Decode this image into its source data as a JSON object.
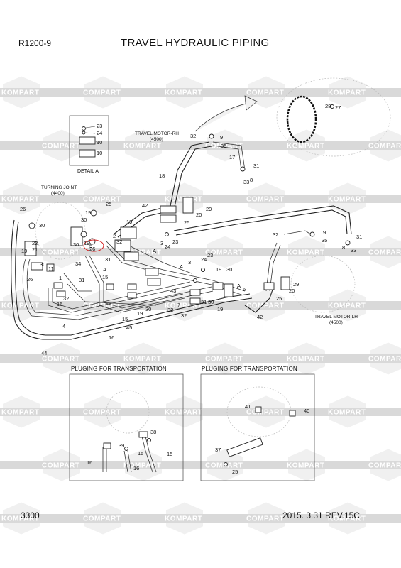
{
  "header": {
    "model": "R1200-9",
    "title": "TRAVEL HYDRAULIC PIPING"
  },
  "footer": {
    "page_number": "3300",
    "date_revision": "2015. 3.31  REV.15C"
  },
  "watermark": {
    "texts": [
      "KOMPART",
      "COMPART"
    ]
  },
  "labels": {
    "detail_a": "DETAIL A",
    "turning_joint": "TURNING JOINT",
    "turning_joint_code": "(4400)",
    "travel_motor_rh": "TRAVEL MOTOR-RH",
    "travel_motor_rh_code": "(4500)",
    "travel_motor_lh": "TRAVEL MOTOR-LH",
    "travel_motor_lh_code": "(4500)",
    "pluging_left": "PLUGING FOR TRANSPORTATION",
    "pluging_right": "PLUGING FOR TRANSPORTATION"
  },
  "callouts": [
    {
      "id": "c23a",
      "text": "23"
    },
    {
      "id": "c24a",
      "text": "24"
    },
    {
      "id": "c10a",
      "text": "10"
    },
    {
      "id": "c10b",
      "text": "10"
    },
    {
      "id": "c28",
      "text": "28"
    },
    {
      "id": "c27",
      "text": "27"
    },
    {
      "id": "c32a",
      "text": "32"
    },
    {
      "id": "c9a",
      "text": "9"
    },
    {
      "id": "c35a",
      "text": "35"
    },
    {
      "id": "c17",
      "text": "17"
    },
    {
      "id": "c31a",
      "text": "31"
    },
    {
      "id": "c33a",
      "text": "33"
    },
    {
      "id": "c8a",
      "text": "8"
    },
    {
      "id": "c18",
      "text": "18"
    },
    {
      "id": "c26a",
      "text": "26"
    },
    {
      "id": "c30a",
      "text": "30"
    },
    {
      "id": "c19a",
      "text": "19"
    },
    {
      "id": "c25a",
      "text": "25"
    },
    {
      "id": "c42a",
      "text": "42"
    },
    {
      "id": "c20",
      "text": "20"
    },
    {
      "id": "c29a",
      "text": "29"
    },
    {
      "id": "c25b",
      "text": "25"
    },
    {
      "id": "c30b",
      "text": "30"
    },
    {
      "id": "c5",
      "text": "5"
    },
    {
      "id": "c19b",
      "text": "19"
    },
    {
      "id": "c26b",
      "text": "26"
    },
    {
      "id": "c30c",
      "text": "30"
    },
    {
      "id": "c19c",
      "text": "19"
    },
    {
      "id": "c2",
      "text": "2"
    },
    {
      "id": "c32b",
      "text": "32"
    },
    {
      "id": "c3a",
      "text": "3"
    },
    {
      "id": "c24b",
      "text": "24"
    },
    {
      "id": "c23b",
      "text": "23"
    },
    {
      "id": "c22",
      "text": "22"
    },
    {
      "id": "c21",
      "text": "21"
    },
    {
      "id": "c19d",
      "text": "19"
    },
    {
      "id": "c30d",
      "text": "30"
    },
    {
      "id": "c34",
      "text": "34"
    },
    {
      "id": "c26c",
      "text": "26"
    },
    {
      "id": "c11",
      "text": "11"
    },
    {
      "id": "c31b",
      "text": "31"
    },
    {
      "id": "c1",
      "text": "1"
    },
    {
      "id": "c16a",
      "text": "16"
    },
    {
      "id": "c32c",
      "text": "32"
    },
    {
      "id": "c31c",
      "text": "31"
    },
    {
      "id": "c15a",
      "text": "15"
    },
    {
      "id": "c30e",
      "text": "30"
    },
    {
      "id": "c19e",
      "text": "19"
    },
    {
      "id": "c45",
      "text": "45"
    },
    {
      "id": "c15b",
      "text": "15"
    },
    {
      "id": "c16b",
      "text": "16"
    },
    {
      "id": "c4",
      "text": "4"
    },
    {
      "id": "c44",
      "text": "44"
    },
    {
      "id": "c3b",
      "text": "3"
    },
    {
      "id": "c23c",
      "text": "23"
    },
    {
      "id": "c24c",
      "text": "24"
    },
    {
      "id": "c19f",
      "text": "19"
    },
    {
      "id": "c30f",
      "text": "30"
    },
    {
      "id": "c43",
      "text": "43"
    },
    {
      "id": "c7",
      "text": "7"
    },
    {
      "id": "c32d",
      "text": "32"
    },
    {
      "id": "c31d",
      "text": "31"
    },
    {
      "id": "c30g",
      "text": "30"
    },
    {
      "id": "c19g",
      "text": "19"
    },
    {
      "id": "c32e",
      "text": "32"
    },
    {
      "id": "c6",
      "text": "6"
    },
    {
      "id": "c42b",
      "text": "42"
    },
    {
      "id": "c25c",
      "text": "25"
    },
    {
      "id": "c32f",
      "text": "32"
    },
    {
      "id": "c9b",
      "text": "9"
    },
    {
      "id": "c35b",
      "text": "35"
    },
    {
      "id": "c31e",
      "text": "31"
    },
    {
      "id": "c33b",
      "text": "33"
    },
    {
      "id": "c8b",
      "text": "8"
    },
    {
      "id": "c29b",
      "text": "29"
    },
    {
      "id": "c20b",
      "text": "20"
    },
    {
      "id": "cA1",
      "text": "A"
    },
    {
      "id": "cA2",
      "text": "A"
    },
    {
      "id": "cA3",
      "text": "A"
    },
    {
      "id": "cA4",
      "text": "A"
    },
    {
      "id": "c38",
      "text": "38"
    },
    {
      "id": "c39",
      "text": "39"
    },
    {
      "id": "c15c",
      "text": "15"
    },
    {
      "id": "c15d",
      "text": "15"
    },
    {
      "id": "c16c",
      "text": "16"
    },
    {
      "id": "c16d",
      "text": "16"
    },
    {
      "id": "c41",
      "text": "41"
    },
    {
      "id": "c40",
      "text": "40"
    },
    {
      "id": "c37",
      "text": "37"
    },
    {
      "id": "c25d",
      "text": "25"
    }
  ]
}
